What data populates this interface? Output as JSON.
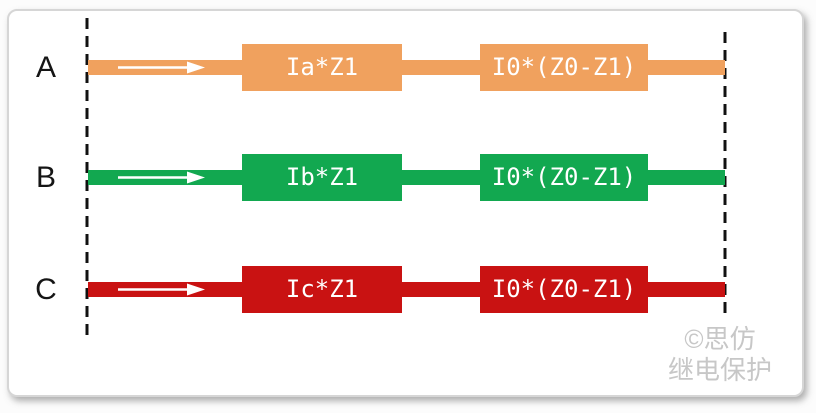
{
  "colors": {
    "phase_a": "#F0A15E",
    "phase_b": "#12A850",
    "phase_c": "#C91212",
    "dashed_line": "#111111",
    "arrow": "#FFFFFF",
    "block_text": "#FFFFFF",
    "label_text": "#151515",
    "watermark": "#C7C7C7"
  },
  "phases": [
    {
      "label": "A",
      "block1": "Ia*Z1",
      "block2": "I0*(Z0-Z1)",
      "color": "#F0A15E"
    },
    {
      "label": "B",
      "block1": "Ib*Z1",
      "block2": "I0*(Z0-Z1)",
      "color": "#12A850"
    },
    {
      "label": "C",
      "block1": "Ic*Z1",
      "block2": "I0*(Z0-Z1)",
      "color": "#C91212"
    }
  ],
  "watermark": {
    "line1": "©思仿",
    "line2": "继电保护"
  }
}
